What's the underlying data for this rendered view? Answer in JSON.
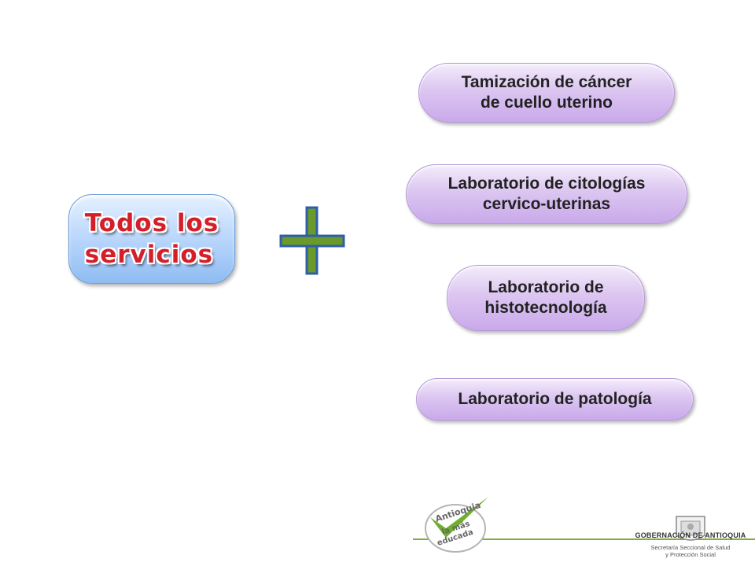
{
  "main": {
    "title": "Todos los\nservicios",
    "plus_symbol": "+"
  },
  "services": [
    {
      "label": "Tamización de cáncer\n  de cuello uterino"
    },
    {
      "label": "Laboratorio de citologías\ncervico-uterinas"
    },
    {
      "label": "Laboratorio de\n  histotecnología"
    },
    {
      "label": "Laboratorio de patología"
    }
  ],
  "footer": {
    "logo_left_text": "Antioquia\nla más\neducada",
    "gov_name": "GOBERNACIÓN DE ANTIOQUIA",
    "gov_sub": "Secretaría Seccional de Salud\ny Protección Social"
  },
  "colors": {
    "title_red": "#d41f2a",
    "plus_green": "#6a9a2a",
    "plus_blue": "#2f5fa8",
    "pill_purple": "#c9a9ea",
    "main_blue": "#8fbcf2",
    "footer_green": "#7fae3e"
  }
}
